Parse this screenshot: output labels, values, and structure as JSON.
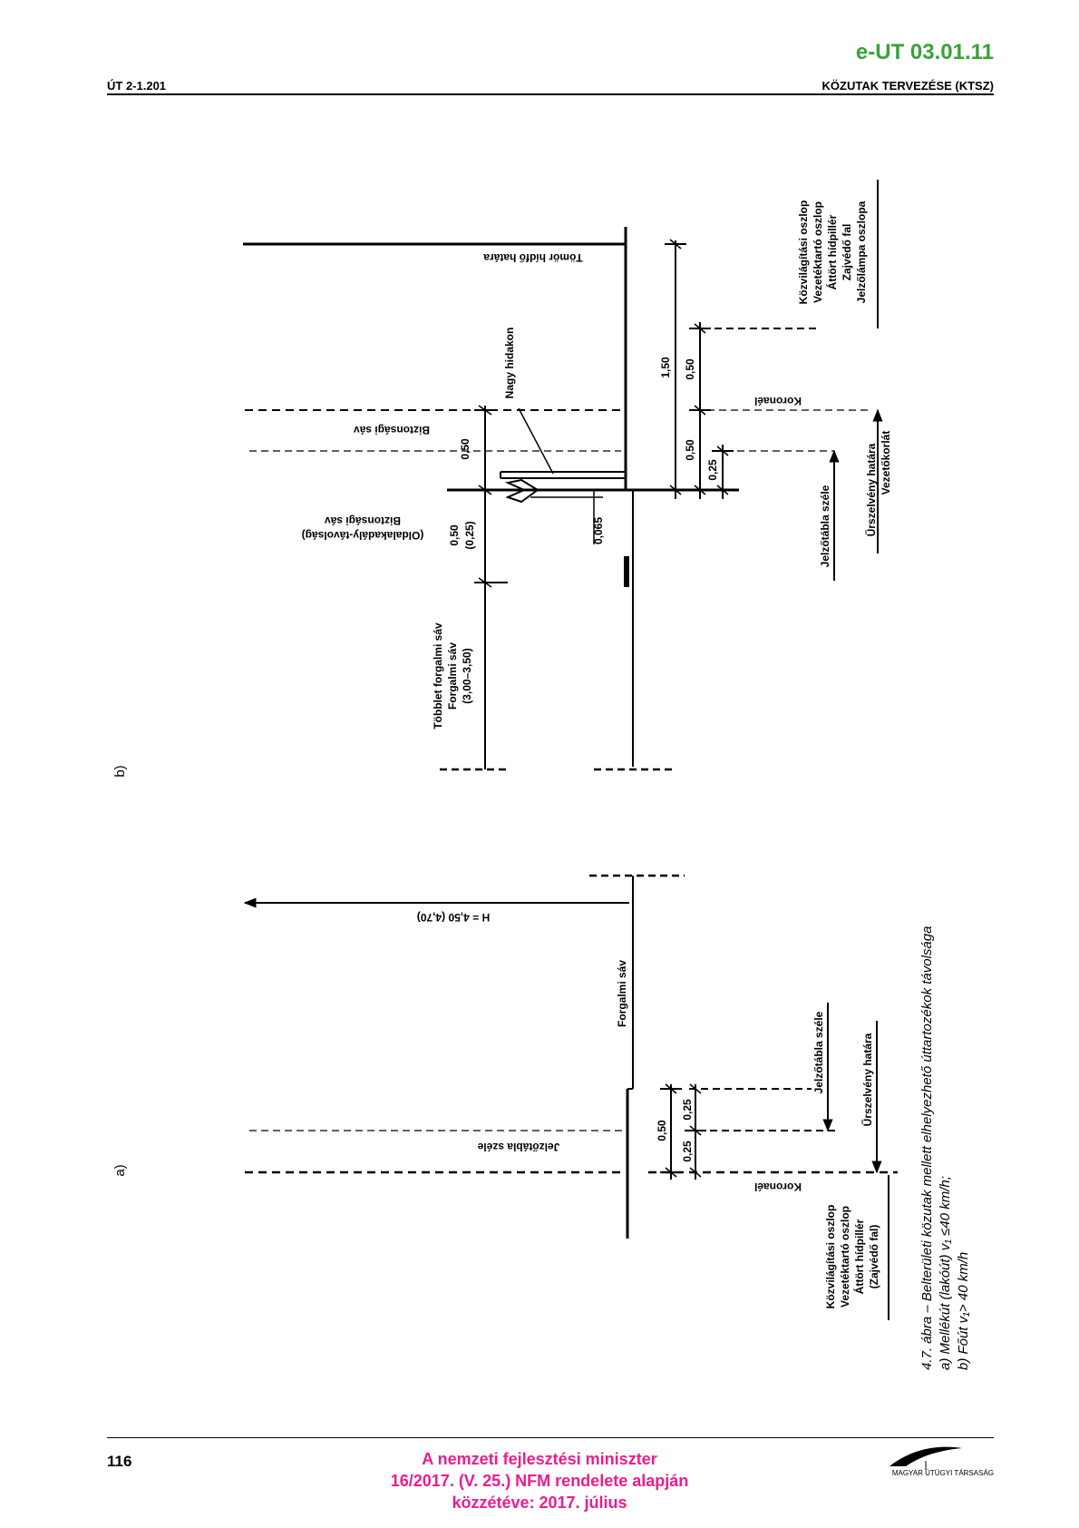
{
  "header": {
    "doc_code": "e-UT 03.01.11",
    "left": "ÚT 2-1.201",
    "right": "KÖZUTAK TERVEZÉSE (KTSZ)"
  },
  "figure": {
    "part_b": {
      "label": "b)",
      "tomor_hidfo": "Tömör hídfő határa",
      "nagy_hidakon": "Nagy hidakon",
      "biztonsagi_sav": "Biztonsági sáv",
      "oldalakadaly_line1": "Biztonsági sáv",
      "oldalakadaly_line2": "(Oldalakadály-távolság)",
      "forgalmi_line1": "Többlet forgalmi sáv",
      "forgalmi_line2": "Forgalmi sáv",
      "forgalmi_line3": "(3,00–3,50)",
      "dim_050_a": "0,50",
      "dim_050_b": "0,50",
      "dim_025_b": "(0,25)",
      "dim_0065": "0,065",
      "dim_150": "1,50",
      "dim_050_c": "0,50",
      "dim_050_d": "0,50",
      "dim_025_c": "0,25",
      "koronael": "Koronaél",
      "jelzotabla_szele": "Jelzőtábla széle",
      "urszelveny_line1": "Űrszelvény határa",
      "urszelveny_line2": "Vezetőkorlát",
      "objects": [
        "Közvilágítási oszlop",
        "Vezetéktartó oszlop",
        "Áttört hídpillér",
        "Zajvédő fal",
        "Jelzőlámpa oszlopa"
      ]
    },
    "part_a": {
      "label": "a)",
      "h_dim": "H = 4,50 (4,70)",
      "forgalmi_sav": "Forgalmi sáv",
      "jelzotabla_szele_left": "Jelzőtábla széle",
      "dim_050": "0,50",
      "dim_025_a": "0,25",
      "dim_025_b": "0,25",
      "jelzotabla_szele_right": "Jelzőtábla széle",
      "urszelveny": "Űrszelvény határa",
      "koronael": "Koronaél",
      "objects": [
        "Közvilágítási oszlop",
        "Vezetéktartó oszlop",
        "Áttört hídpillér",
        "(Zajvédő fal)"
      ]
    },
    "caption": {
      "line1": "4.7. ábra – Belterületi közutak mellett elhelyezhető úttartozékok távolsága",
      "line2": "a) Mellékút (lakóút) v₁ ≤40 km/h;",
      "line3": "b) Főút v₁> 40 km/h"
    }
  },
  "footer": {
    "page_number": "116",
    "publisher_line1": "A nemzeti fejlesztési miniszter",
    "publisher_line2": "16/2017. (V. 25.) NFM rendelete alapján",
    "publisher_line3": "közzétéve: 2017. július",
    "logo_text": "MAGYAR ÚTÜGYI TÁRSASÁG"
  }
}
